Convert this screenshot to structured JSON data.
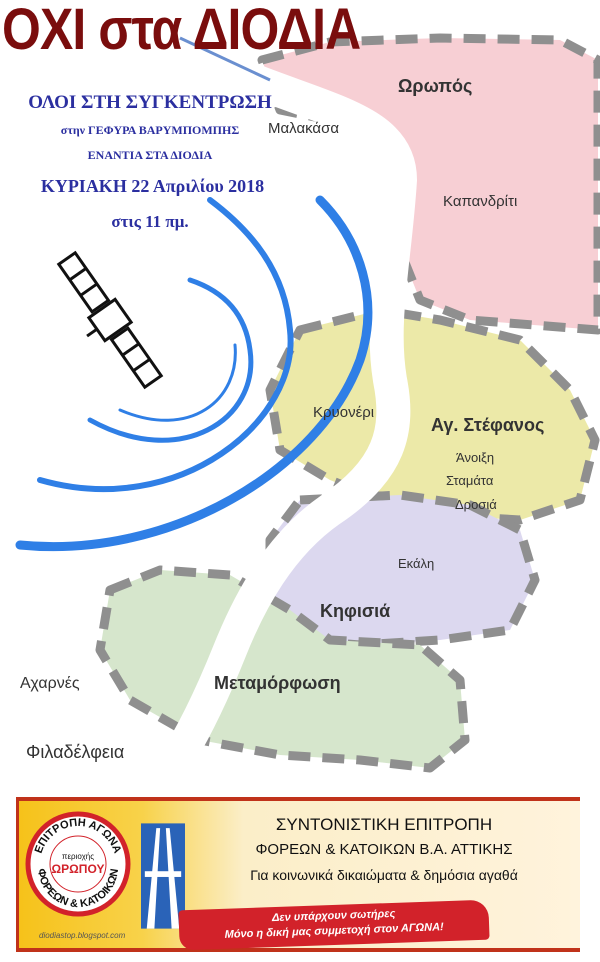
{
  "title": "ΟΧΙ στα ΔΙΟΔΙΑ",
  "announcement": {
    "line1": "ΟΛΟΙ ΣΤΗ ΣΥΓΚΕΝΤΡΩΣΗ",
    "line2": "στην ΓΕΦΥΡΑ ΒΑΡΥΜΠΟΜΠΗΣ",
    "line3": "ΕΝΑΝΤΙΑ ΣΤΑ ΔΙΟΔΙΑ",
    "date": "ΚΥΡΙΑΚΗ 22 Απριλίου 2018",
    "time": "στις 11 πμ."
  },
  "places": {
    "oropos": "Ωρωπός",
    "malakasa": "Μαλακάσα",
    "kapandriti": "Καπανδρίτι",
    "kryoneri": "Κρυονέρι",
    "ag_stefanos": "Αγ. Στέφανος",
    "anoixi": "Άνοιξη",
    "stamata": "Σταμάτα",
    "drosia": "Δροσιά",
    "ekali": "Εκάλη",
    "kifisia": "Κηφισιά",
    "acharnes": "Αχαρνές",
    "metamorfosi": "Μεταμόρφωση",
    "filadelfeia": "Φιλαδέλφεια"
  },
  "colors": {
    "title": "#7a0d0d",
    "text_blue": "#2b2fa0",
    "oropos_region": "#f7cfd4",
    "stefanos_region": "#ece9a8",
    "kifisia_region": "#dcd8ef",
    "metamorfosi_region": "#d6e6cc",
    "border": "#8f8f8f"
  },
  "banner": {
    "logo_ring_top": "ΕΠΙΤΡΟΠΗ ΑΓΩΝΑ",
    "logo_ring_bottom": "ΦΟΡΕΩΝ & ΚΑΤΟΙΚΩΝ",
    "logo_small": "περιοχής",
    "logo_center": "ΩΡΩΠΟΥ",
    "website": "diodiastop.blogspot.com",
    "heading1": "ΣΥΝΤΟΝΙΣΤΙΚΗ ΕΠΙΤΡΟΠΗ",
    "heading2": "ΦΟΡΕΩΝ & ΚΑΤΟΙΚΩΝ Β.Α. ΑΤΤΙΚΗΣ",
    "subtitle": "Για κοινωνικά δικαιώματα & δημόσια αγαθά",
    "slogan1": "Δεν υπάρχουν σωτήρες",
    "slogan2": "Μόνο η δική μας συμμετοχή στον ΑΓΩΝΑ!"
  }
}
